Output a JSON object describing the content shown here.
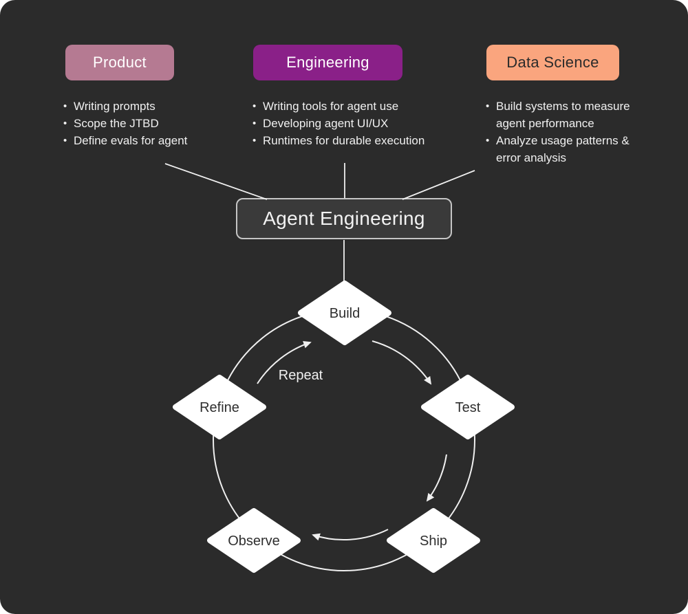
{
  "colors": {
    "background": "#2b2b2b",
    "product": "#b57a92",
    "engineering": "#8a2088",
    "data_science": "#faa57e",
    "product_text": "#ffffff",
    "engineering_text": "#ffffff",
    "data_science_text": "#2b2b2b",
    "line": "#f0f0f0",
    "node_fill": "#ffffff",
    "node_text": "#2e2e2e",
    "center_box_bg": "#3a3a3a",
    "center_box_border": "#c6c6c6"
  },
  "columns": [
    {
      "label": "Product",
      "items": [
        "Writing prompts",
        "Scope the JTBD",
        "Define evals for agent"
      ]
    },
    {
      "label": "Engineering",
      "items": [
        "Writing tools for agent use",
        "Developing agent UI/UX",
        "Runtimes for durable execution"
      ]
    },
    {
      "label": "Data Science",
      "items": [
        "Build systems to measure agent performance",
        "Analyze usage patterns & error analysis"
      ]
    }
  ],
  "center": {
    "title": "Agent Engineering"
  },
  "cycle": {
    "nodes": [
      "Build",
      "Test",
      "Ship",
      "Observe",
      "Refine"
    ],
    "repeat_label": "Repeat"
  }
}
